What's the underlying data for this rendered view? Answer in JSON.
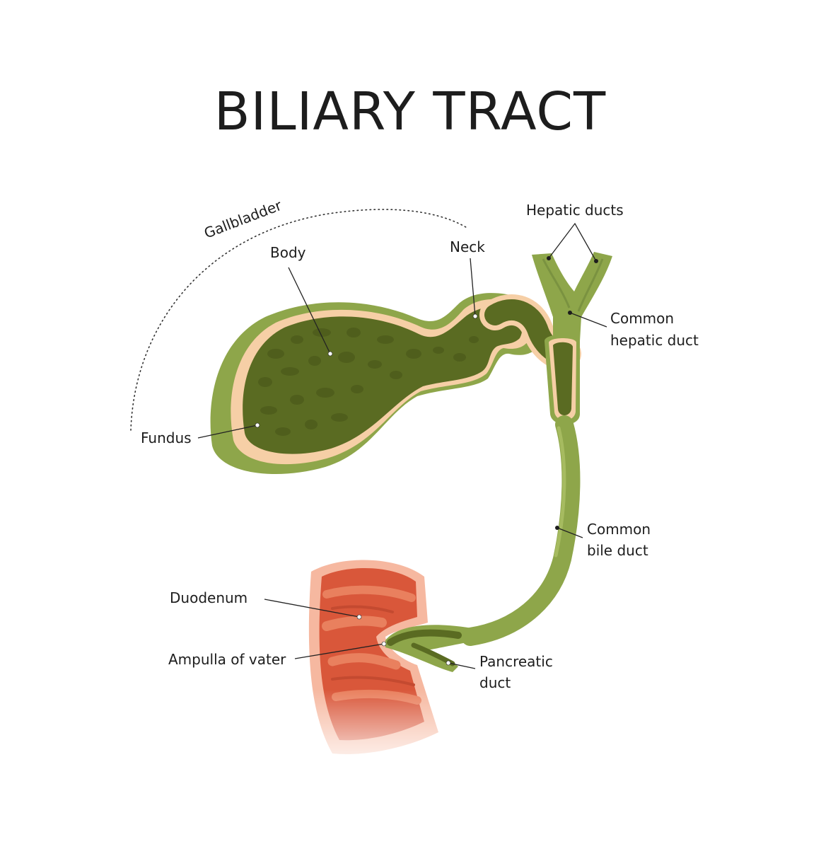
{
  "title": "BILIARY TRACT",
  "labels": {
    "gallbladder": "Gallbladder",
    "body": "Body",
    "neck": "Neck",
    "fundus": "Fundus",
    "hepatic_ducts": "Hepatic ducts",
    "common_hepatic_duct_line1": "Common",
    "common_hepatic_duct_line2": "hepatic duct",
    "common_bile_duct_line1": "Common",
    "common_bile_duct_line2": "bile duct",
    "duodenum": "Duodenum",
    "ampulla": "Ampulla of vater",
    "pancreatic_duct_line1": "Pancreatic",
    "pancreatic_duct_line2": "duct"
  },
  "colors": {
    "duct_green": "#8ea64a",
    "bile_dark": "#5a6b22",
    "bile_spot": "#4f5e1c",
    "wall_peach": "#f6cfa6",
    "duodenum_outer": "#f6b8a0",
    "duodenum_red": "#d9573a",
    "duodenum_fold": "#e9805e"
  }
}
